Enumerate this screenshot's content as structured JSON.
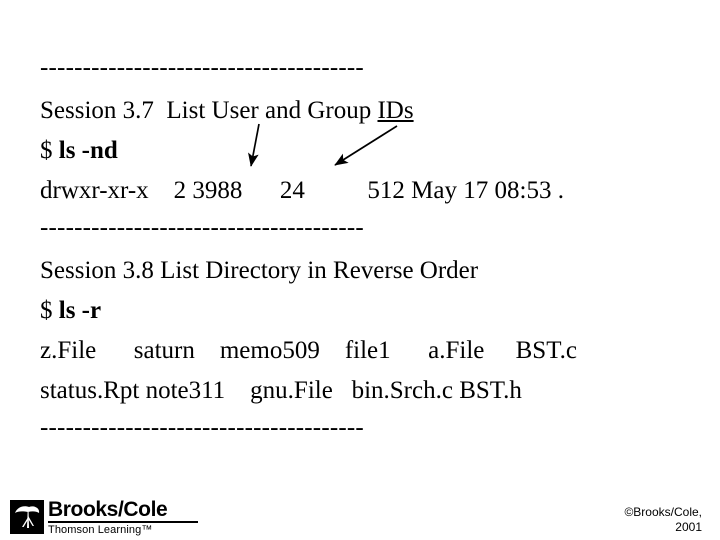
{
  "slide": {
    "separator": "--------------------------------------",
    "blocks": [
      {
        "title": "Session 3.7  List User and Group ",
        "title_underlined": "IDs",
        "prompt_symbol": "$ ",
        "command": "ls -nd",
        "output_line": "drwxr-xr-x    2 3988      24          512 May 17 08:53 ."
      },
      {
        "title": "Session 3.8 List Directory in Reverse Order",
        "prompt_symbol": "$ ",
        "command": "ls -r",
        "output_row1": "z.File      saturn    memo509    file1      a.File     BST.c",
        "output_row2": "status.Rpt note311    gnu.File   bin.Srch.c BST.h"
      }
    ],
    "annotations": [
      {
        "name": "user-id-arrow",
        "target": "3988",
        "source": "User"
      },
      {
        "name": "group-id-arrow",
        "target": "24",
        "source": "Group"
      }
    ]
  },
  "footer": {
    "logo_name": "Brooks/Cole",
    "logo_subtitle": "Thomson Learning™",
    "logo_mark": "tree-icon",
    "copyright_line1": "©Brooks/Cole,",
    "copyright_line2": "2001"
  }
}
